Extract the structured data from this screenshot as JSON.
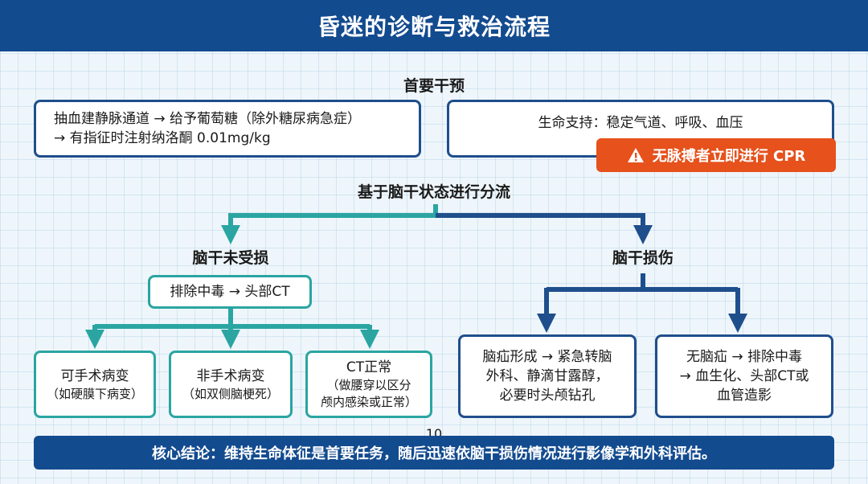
{
  "header": {
    "title": "昏迷的诊断与救治流程"
  },
  "primary": {
    "title": "首要干预",
    "box_left": {
      "line1": "抽血建静脉通道 → 给予葡萄糖（除外糖尿病急症）",
      "line2": "→ 有指征时注射纳洛酮 0.01mg/kg"
    },
    "box_right": {
      "line1": "生命支持：稳定气道、呼吸、血压"
    },
    "cpr_alert": {
      "text": "无脉搏者立即进行 CPR",
      "icon": "warning-icon",
      "color": "#e6511c"
    }
  },
  "triage": {
    "title": "基于脑干状态进行分流"
  },
  "left_branch": {
    "title": "脑干未受损",
    "step": "排除中毒 → 头部CT",
    "color": "#2aa5a2",
    "outcomes": [
      {
        "line1": "可手术病变",
        "line2": "（如硬膜下病变）"
      },
      {
        "line1": "非手术病变",
        "line2": "（如双侧脑梗死）"
      },
      {
        "line1": "CT正常",
        "line2": "（做腰穿以区分",
        "line3": "颅内感染或正常）"
      }
    ]
  },
  "right_branch": {
    "title": "脑干损伤",
    "color": "#1f4e8c",
    "outcomes": [
      {
        "line1": "脑疝形成 → 紧急转脑",
        "line2": "外科、静滴甘露醇，",
        "line3": "必要时头颅钻孔"
      },
      {
        "line1": "无脑疝 → 排除中毒",
        "line2": "→ 血生化、头部CT或",
        "line3": "血管造影"
      }
    ]
  },
  "footer": {
    "conclusion": "核心结论：维持生命体征是首要任务，随后迅速依脑干损伤情况进行影像学和外科评估。",
    "page_number": "10"
  }
}
